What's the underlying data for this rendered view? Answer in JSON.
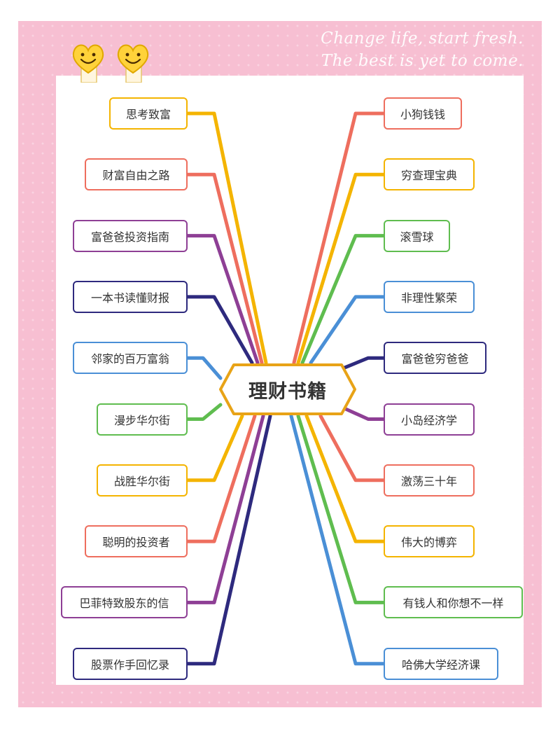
{
  "header": {
    "line1": "Change life, start fresh.",
    "line2": "The best is yet to come."
  },
  "center": {
    "label": "理财书籍",
    "stroke": "#e8a317",
    "fill": "#ffffff"
  },
  "colors": {
    "frame": "#f7bfd2",
    "yellow": "#f4b400",
    "salmon": "#ee6e5e",
    "purple": "#8e3f95",
    "navy": "#2e2a7e",
    "blue": "#4a8fd6",
    "green": "#5fbd4f"
  },
  "left_nodes": [
    {
      "label": "思考致富",
      "color": "#f4b400"
    },
    {
      "label": "财富自由之路",
      "color": "#ee6e5e"
    },
    {
      "label": "富爸爸投资指南",
      "color": "#8e3f95"
    },
    {
      "label": "一本书读懂财报",
      "color": "#2e2a7e"
    },
    {
      "label": "邻家的百万富翁",
      "color": "#4a8fd6"
    },
    {
      "label": "漫步华尔街",
      "color": "#5fbd4f"
    },
    {
      "label": "战胜华尔街",
      "color": "#f4b400"
    },
    {
      "label": "聪明的投资者",
      "color": "#ee6e5e"
    },
    {
      "label": "巴菲特致股东的信",
      "color": "#8e3f95"
    },
    {
      "label": "股票作手回忆录",
      "color": "#2e2a7e"
    }
  ],
  "right_nodes": [
    {
      "label": "小狗钱钱",
      "color": "#ee6e5e"
    },
    {
      "label": "穷查理宝典",
      "color": "#f4b400"
    },
    {
      "label": "滚雪球",
      "color": "#5fbd4f"
    },
    {
      "label": "非理性繁荣",
      "color": "#4a8fd6"
    },
    {
      "label": "富爸爸穷爸爸",
      "color": "#2e2a7e"
    },
    {
      "label": "小岛经济学",
      "color": "#8e3f95"
    },
    {
      "label": "激荡三十年",
      "color": "#ee6e5e"
    },
    {
      "label": "伟大的博弈",
      "color": "#f4b400"
    },
    {
      "label": "有钱人和你想不一样",
      "color": "#5fbd4f"
    },
    {
      "label": "哈佛大学经济课",
      "color": "#4a8fd6"
    }
  ]
}
